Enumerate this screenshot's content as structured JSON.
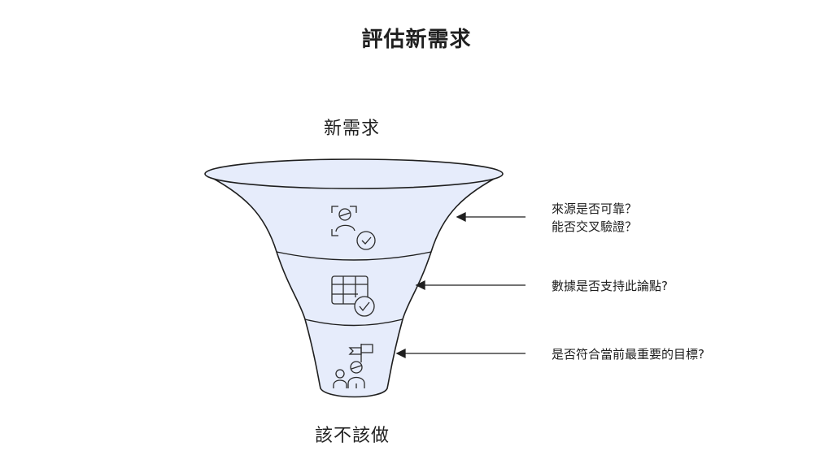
{
  "diagram": {
    "title": "評估新需求",
    "top_label": "新需求",
    "bottom_label": "該不該做",
    "stages": [
      {
        "icon": "person-check-icon",
        "note_lines": [
          "來源是否可靠？",
          "能否交叉驗證？"
        ]
      },
      {
        "icon": "table-check-icon",
        "note_lines": [
          "數據是否支持此論點?"
        ]
      },
      {
        "icon": "team-goal-flag-icon",
        "note_lines": [
          "是否符合當前最重要的目標?"
        ]
      }
    ],
    "colors": {
      "funnel_fill": "#e6ecfb",
      "funnel_stroke": "#1f1f1f",
      "arrow": "#1f1f1f"
    }
  }
}
